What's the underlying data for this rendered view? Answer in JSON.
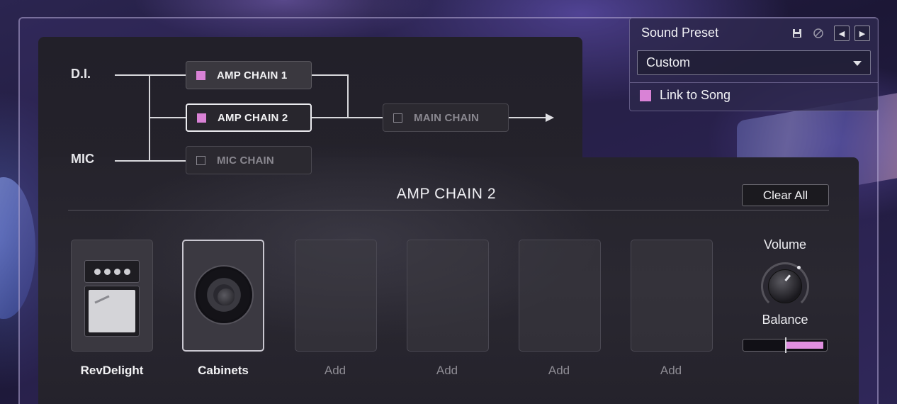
{
  "routing": {
    "sources": {
      "di": "D.I.",
      "mic": "MIC"
    },
    "chains": [
      {
        "label": "AMP CHAIN 1",
        "checked": true
      },
      {
        "label": "AMP CHAIN 2",
        "checked": true
      },
      {
        "label": "MIC CHAIN",
        "checked": false
      }
    ],
    "main_chain": {
      "label": "MAIN CHAIN",
      "checked": false
    }
  },
  "chain_editor": {
    "title": "AMP CHAIN 2",
    "clear_label": "Clear All",
    "slots": [
      {
        "label": "RevDelight",
        "type": "amp"
      },
      {
        "label": "Cabinets",
        "type": "cabinet"
      },
      {
        "label": "Add",
        "type": "empty"
      },
      {
        "label": "Add",
        "type": "empty"
      },
      {
        "label": "Add",
        "type": "empty"
      },
      {
        "label": "Add",
        "type": "empty"
      }
    ],
    "volume_label": "Volume",
    "balance_label": "Balance",
    "balance_value": 0.5
  },
  "sound_preset": {
    "title": "Sound Preset",
    "icons": [
      "save-icon",
      "disable-icon",
      "prev-icon",
      "next-icon"
    ],
    "selected": "Custom",
    "link_label": "Link to Song",
    "link_checked": true
  },
  "colors": {
    "accent": "#d982d6",
    "panel": "#25232c"
  }
}
